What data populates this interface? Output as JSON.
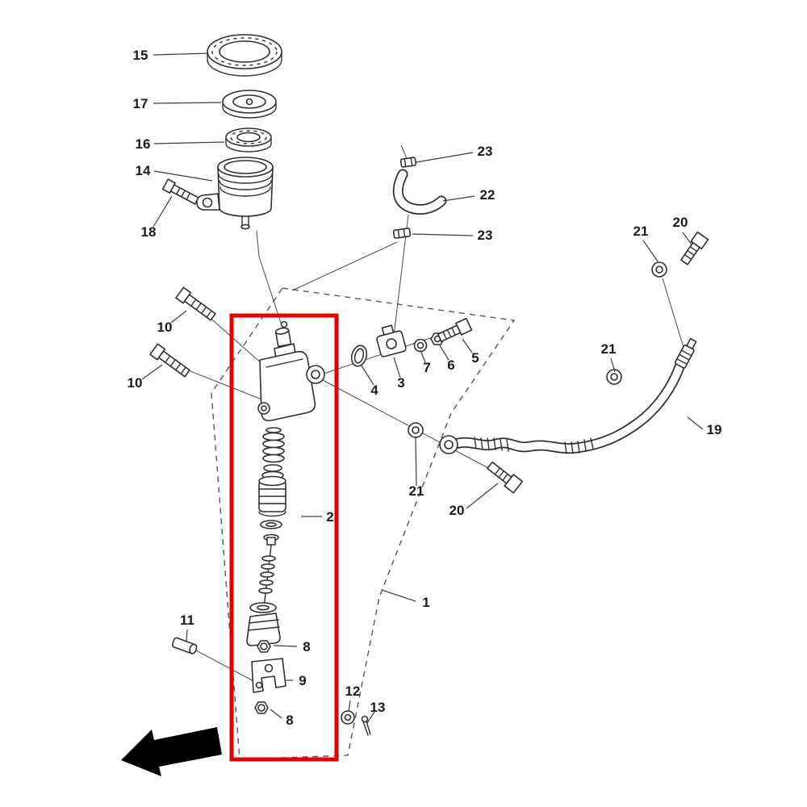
{
  "diagram": {
    "colors": {
      "highlight": "#e10000",
      "line": "#2f2f2f",
      "arrow": "#000000",
      "background": "#ffffff"
    },
    "callouts": {
      "p15": "15",
      "p17": "17",
      "p16": "16",
      "p14": "14",
      "p18": "18",
      "p23a": "23",
      "p22": "22",
      "p23b": "23",
      "p21a": "21",
      "p20a": "20",
      "p10a": "10",
      "p10b": "10",
      "p4": "4",
      "p3": "3",
      "p7": "7",
      "p6": "6",
      "p5": "5",
      "p21b": "21",
      "p19": "19",
      "p21c": "21",
      "p20b": "20",
      "p2": "2",
      "p1": "1",
      "p11": "11",
      "p8a": "8",
      "p9": "9",
      "p8b": "8",
      "p12": "12",
      "p13": "13"
    }
  }
}
